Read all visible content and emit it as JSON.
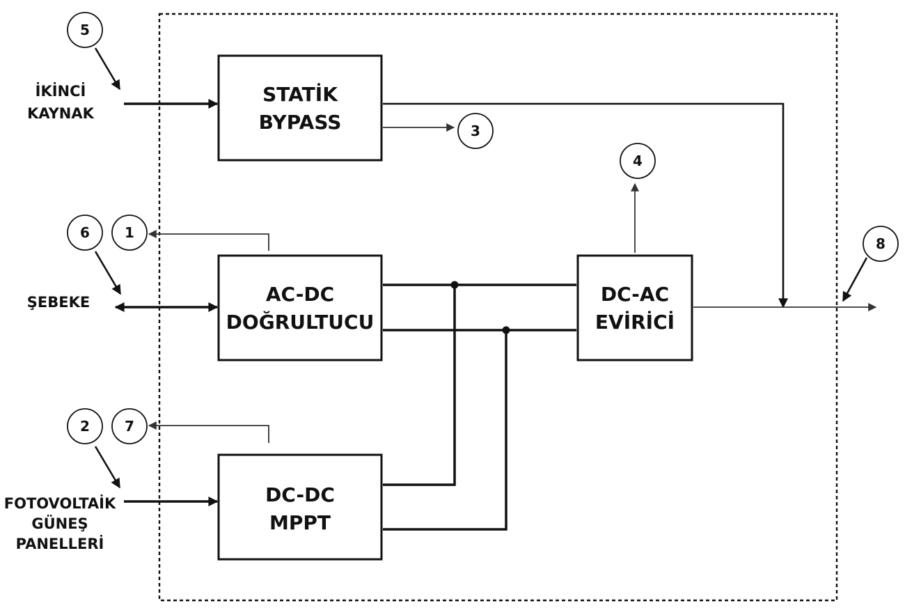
{
  "blocks": {
    "bypass": {
      "line1": "STATİK",
      "line2": "BYPASS"
    },
    "rectifier": {
      "line1": "AC-DC",
      "line2": "DOĞRULTUCU"
    },
    "inverter": {
      "line1": "DC-AC",
      "line2": "EVİRİCİ"
    },
    "mppt": {
      "line1": "DC-DC",
      "line2": "MPPT"
    }
  },
  "inputs": {
    "second_source": {
      "line1": "İKİNCİ",
      "line2": "KAYNAK"
    },
    "grid": {
      "line1": "ŞEBEKE"
    },
    "pv": {
      "line1": "FOTOVOLTAİK",
      "line2": "GÜNEŞ",
      "line3": "PANELLERİ"
    }
  },
  "markers": {
    "m1": "1",
    "m2": "2",
    "m3": "3",
    "m4": "4",
    "m5": "5",
    "m6": "6",
    "m7": "7",
    "m8": "8"
  },
  "colors": {
    "ink": "#111111",
    "background": "#ffffff"
  }
}
